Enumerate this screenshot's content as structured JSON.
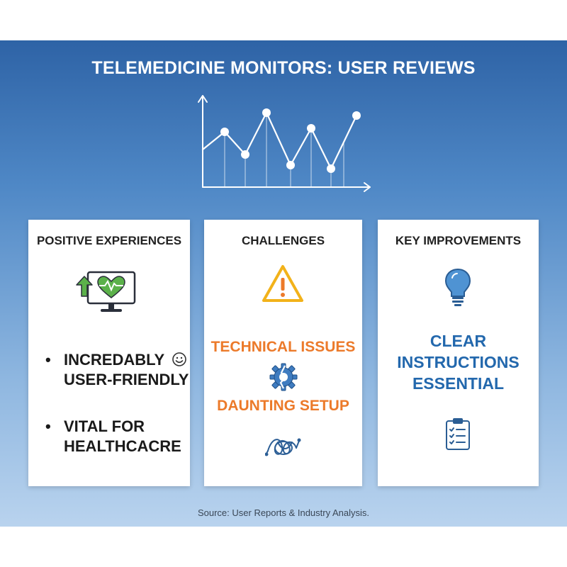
{
  "title": "TELEMEDICINE MONITORS: USER REVIEWS",
  "trend_chart": {
    "icon": "line-chart-icon"
  },
  "cards": [
    {
      "title": "POSITIVE EXPERIENCES",
      "icon": "monitor-heart-upward-arrow-icon",
      "bullets": [
        "INCREDABLY",
        "USER-FRIENDLY",
        "VITAL FOR",
        "HEALTHCACRE"
      ],
      "bullet_items": [
        {
          "line1": "INCREDABLY",
          "line2": "USER-FRIENDLY",
          "icon": "smiley-face-icon"
        },
        {
          "line1": "VITAL FOR",
          "line2": "HEALTHCACRE"
        }
      ]
    },
    {
      "title": "CHALLENGES",
      "icon": "warning-triangle-icon",
      "items": [
        "TECHNICAL ISSUES",
        "DAUNTING SETUP"
      ],
      "secondary_icons": [
        "broken-gear-icon",
        "tangled-cable-icon"
      ]
    },
    {
      "title": "KEY IMPROVEMENTS",
      "icon": "lightbulb-icon",
      "text_lines": [
        "CLEAR",
        "INSTRUCTIONS",
        "ESSENTIAL"
      ],
      "secondary_icon": "clipboard-checklist-icon"
    }
  ],
  "source": "Source: User Reports & Industry Analysis.",
  "colors": {
    "banner_top": "#2e63a6",
    "banner_bottom": "#b9d3ee",
    "warning_orange": "#ec7a2a",
    "accent_blue": "#2368ad",
    "positive_green": "#5bb14a"
  }
}
